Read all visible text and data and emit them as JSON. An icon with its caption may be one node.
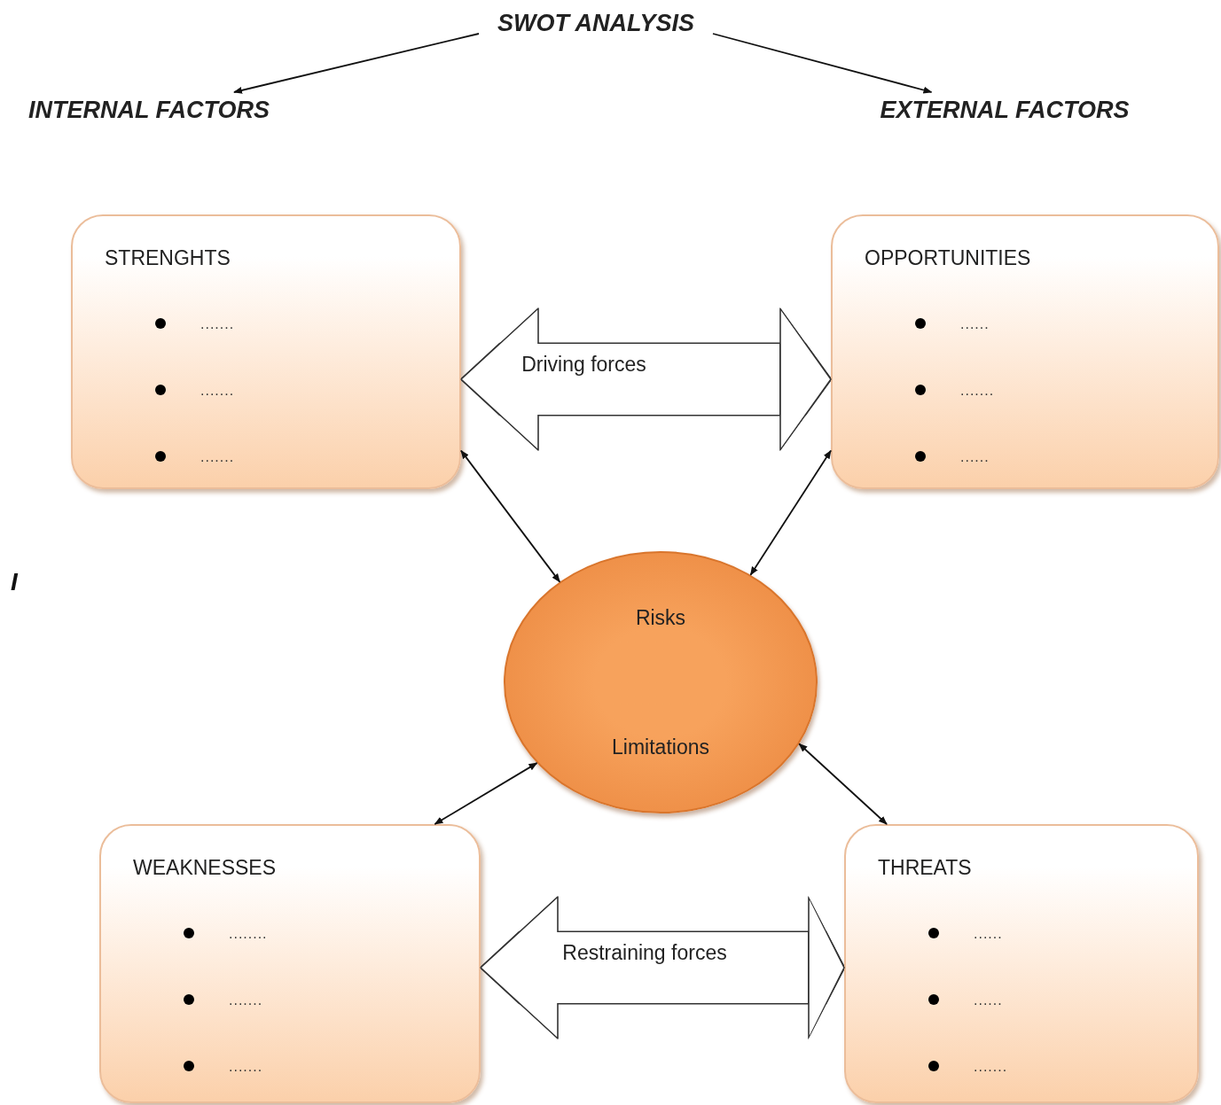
{
  "diagram": {
    "nodes": [
      {
        "text": [
          "SWOT ANALYSIS"
        ]
      },
      {
        "text": [
          "INTERNAL FACTORS"
        ]
      },
      {
        "text": [
          "EXTERNAL FACTORS"
        ]
      },
      {
        "text": [
          "STRENGHTS",
          ".......",
          ".......",
          "......."
        ]
      },
      {
        "text": [
          "OPPORTUNITIES",
          "......",
          ".......",
          "......"
        ]
      },
      {
        "text": [
          "Risks",
          "Limitations"
        ]
      },
      {
        "text": [
          "WEAKNESSES",
          "........",
          ".......",
          "......."
        ]
      },
      {
        "text": [
          "THREATS",
          "......",
          "......",
          "......."
        ]
      }
    ],
    "edges": [
      {
        "from": 0,
        "to": 1,
        "arrow": "to"
      },
      {
        "from": 0,
        "to": 2,
        "arrow": "to"
      },
      {
        "from": 3,
        "to": 5,
        "arrow": "both"
      },
      {
        "from": 4,
        "to": 5,
        "arrow": "both"
      },
      {
        "from": 5,
        "to": 6,
        "arrow": "both"
      },
      {
        "from": 5,
        "to": 7,
        "arrow": "both"
      },
      {
        "from": 3,
        "to": 4,
        "arrow": "both",
        "style": "thick",
        "label": "Driving forces"
      },
      {
        "from": 6,
        "to": 7,
        "arrow": "both",
        "style": "thick",
        "label": "Restraining forces"
      }
    ],
    "labels": [
      "I"
    ]
  }
}
